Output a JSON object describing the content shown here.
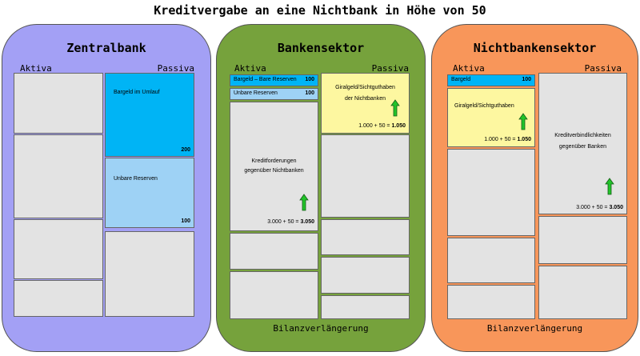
{
  "title": "Kreditvergabe an eine Nichtbank in Höhe von 50",
  "zentralbank": {
    "title": "Zentralbank",
    "aktiva": "Aktiva",
    "passiva": "Passiva",
    "bargeld_label": "Bargeld im Umlauf",
    "bargeld_value": "200",
    "reserven_label": "Unbare Reserven",
    "reserven_value": "100",
    "color": "#a3a0f5"
  },
  "bankensektor": {
    "title": "Bankensektor",
    "aktiva": "Aktiva",
    "passiva": "Passiva",
    "bargeld_label": "Bargeld – Bare Reserven",
    "bargeld_value": "100",
    "reserven_label": "Unbare Reserven",
    "reserven_value": "100",
    "giral_label_1": "Giralgeld/Sichtguthaben",
    "giral_label_2": "der Nichtbanken",
    "giral_calc": "1.000 + 50 = ",
    "giral_result": "1.050",
    "kredit_label_1": "Kreditforderungen",
    "kredit_label_2": "gegenüber Nichtbanken",
    "kredit_calc": "3.000 + 50 = ",
    "kredit_result": "3.050",
    "footer": "Bilanzverlängerung",
    "color": "#76a23c"
  },
  "nichtbankensektor": {
    "title": "Nichtbankensektor",
    "aktiva": "Aktiva",
    "passiva": "Passiva",
    "bargeld_label": "Bargeld",
    "bargeld_value": "100",
    "giral_label": "Giralgeld/Sichtguthaben",
    "giral_calc": "1.000 + 50 = ",
    "giral_result": "1.050",
    "verb_label_1": "Kreditverbindlichkeiten",
    "verb_label_2": "gegenüber Banken",
    "verb_calc": "3.000 + 50 = ",
    "verb_result": "3.050",
    "footer": "Bilanzverlängerung",
    "color": "#f8965a"
  },
  "icons": {
    "increase": "green-up-arrow-icon"
  },
  "colors": {
    "arrow_green": "#22c42a",
    "highlight_yellow": "#fdf7a0",
    "cyan": "#00b4f5",
    "lightblue": "#9ed2f5"
  }
}
